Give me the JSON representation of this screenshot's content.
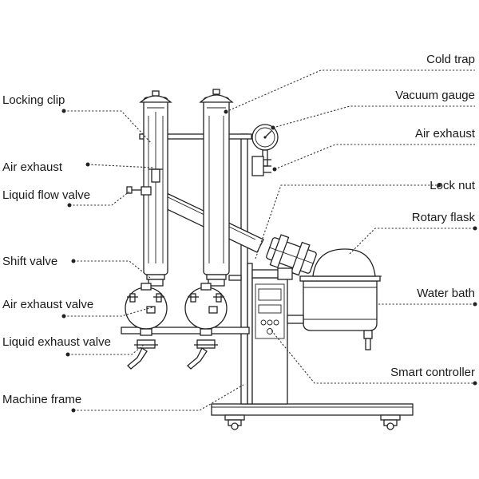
{
  "diagram": {
    "labels": {
      "cold_trap": "Cold trap",
      "vacuum_gauge": "Vacuum gauge",
      "air_exhaust_right": "Air exhaust",
      "lock_nut": "Lock nut",
      "rotary_flask": "Rotary flask",
      "water_bath": "Water bath",
      "smart_controller": "Smart controller",
      "locking_clip": "Locking clip",
      "air_exhaust_left": "Air exhaust",
      "liquid_flow_valve": "Liquid flow valve",
      "shift_valve": "Shift valve",
      "air_exhaust_valve": "Air exhaust valve",
      "liquid_exhaust_valve": "Liquid exhaust valve",
      "machine_frame": "Machine frame"
    }
  }
}
